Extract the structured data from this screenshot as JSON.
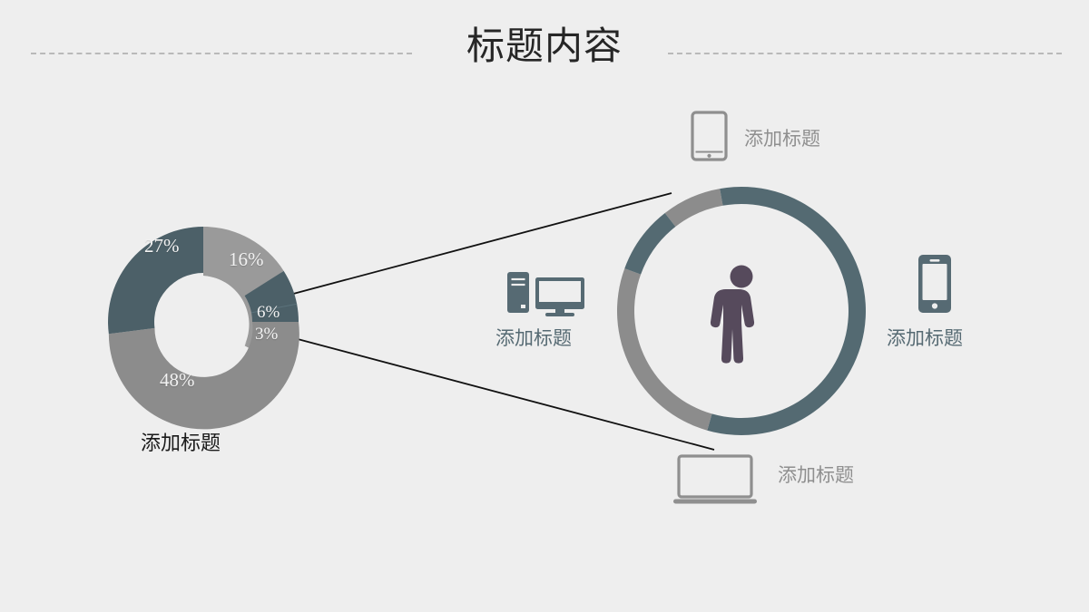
{
  "slide": {
    "title": "标题内容",
    "background_color": "#eeeeee",
    "rule_color": "#b9b9b9"
  },
  "palette": {
    "slate": "#4c6068",
    "slate_light": "#5b727b",
    "gray": "#8c8c8c",
    "gray_light": "#9a9a9a",
    "person": "#564a5c",
    "label_gray": "#8f8f8f",
    "label_slate": "#566a73",
    "pct_text": "#f2f2f2",
    "leader_line": "#111111"
  },
  "left_chart": {
    "caption": "添加标题",
    "labels": {
      "s16": "16%",
      "s6": "6%",
      "s3": "3%",
      "s48": "48%",
      "s27": "27%"
    }
  },
  "right_chart": {
    "center_icon": "person-icon"
  },
  "nodes": [
    {
      "icon": "tablet-icon",
      "label": "添加标题",
      "position": "top"
    },
    {
      "icon": "phone-icon",
      "label": "添加标题",
      "position": "right"
    },
    {
      "icon": "laptop-icon",
      "label": "添加标题",
      "position": "bottom"
    },
    {
      "icon": "desktop-pc-icon",
      "label": "添加标题",
      "position": "left"
    }
  ],
  "chart_data": [
    {
      "type": "pie",
      "name": "left-donut",
      "title": "添加标题",
      "categories": [
        "16%",
        "6%",
        "3%",
        "48%",
        "27%"
      ],
      "values": [
        16,
        6,
        3,
        48,
        27
      ],
      "colors": [
        "#9a9a9a",
        "#4c6068",
        "#4c6068",
        "#8c8c8c",
        "#4c6068"
      ],
      "labels": [
        "16%",
        "6%",
        "3%",
        "48%",
        "27%"
      ],
      "donut": true,
      "inner_radius_ratio": 0.5,
      "start_angle_deg": 0,
      "direction": "clockwise",
      "legend": "none",
      "grid": false
    },
    {
      "type": "pie",
      "name": "right-donut",
      "title": "",
      "categories": [
        "segment-a",
        "segment-b",
        "segment-c",
        "segment-d"
      ],
      "values": [
        7,
        53,
        26,
        14
      ],
      "colors": [
        "#8c8c8c",
        "#546a72",
        "#8c8c8c",
        "#546a72"
      ],
      "labels": [
        "",
        "",
        "",
        ""
      ],
      "donut": true,
      "inner_radius_ratio": 0.84,
      "start_angle_deg": -10,
      "direction": "clockwise",
      "legend": "none",
      "grid": false
    }
  ]
}
